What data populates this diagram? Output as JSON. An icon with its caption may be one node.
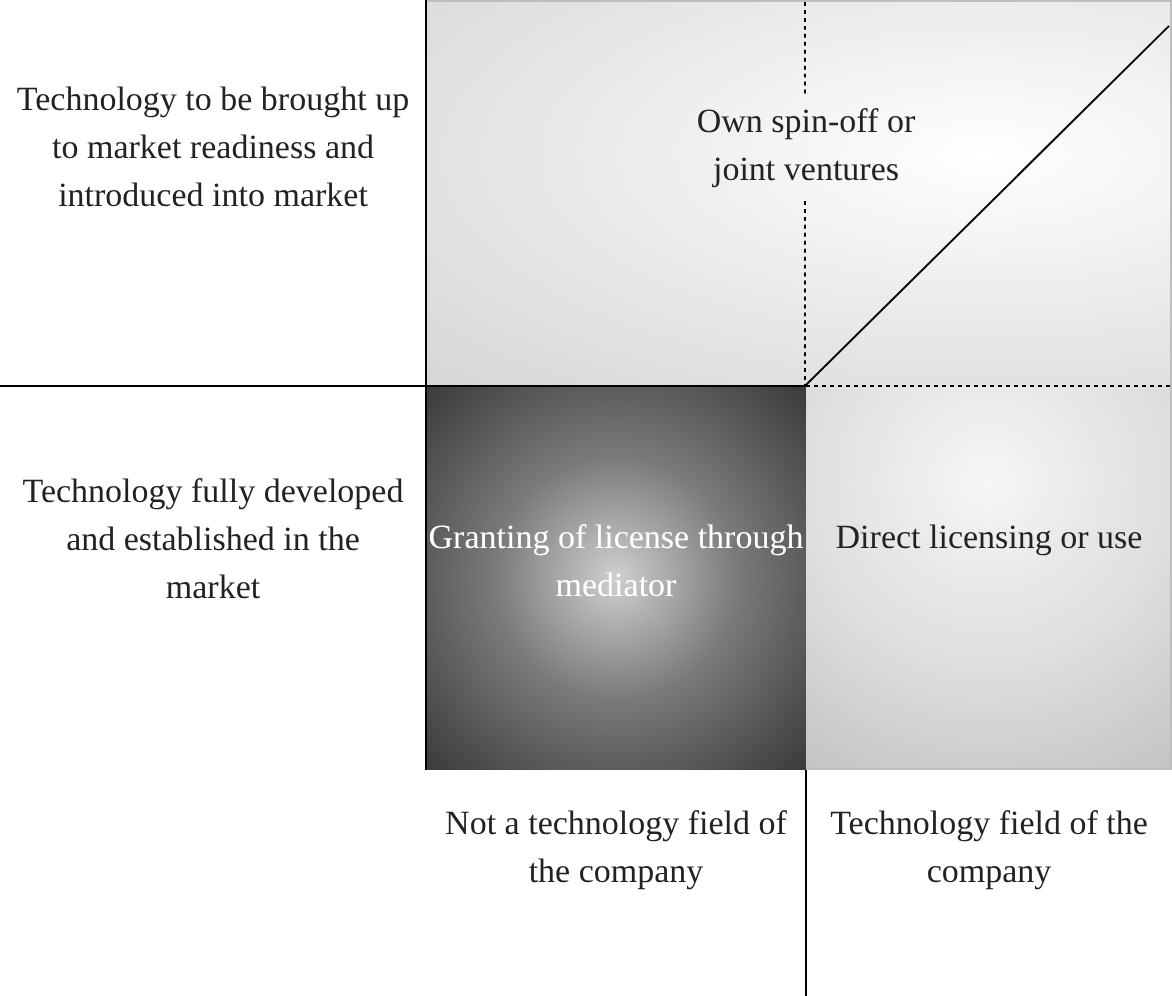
{
  "diagram": {
    "nodes": [
      {
        "text": [
          "Own spin-off or joint ventures"
        ]
      },
      {
        "text": [
          "Granting of license through mediator"
        ]
      },
      {
        "text": [
          "Direct licensing or use"
        ]
      }
    ],
    "labels": [
      "Technology to be brought up to market readiness and introduced into market",
      "Technology fully developed and established in the market",
      "Not a technology field of the company",
      "Technology field of the company"
    ]
  }
}
